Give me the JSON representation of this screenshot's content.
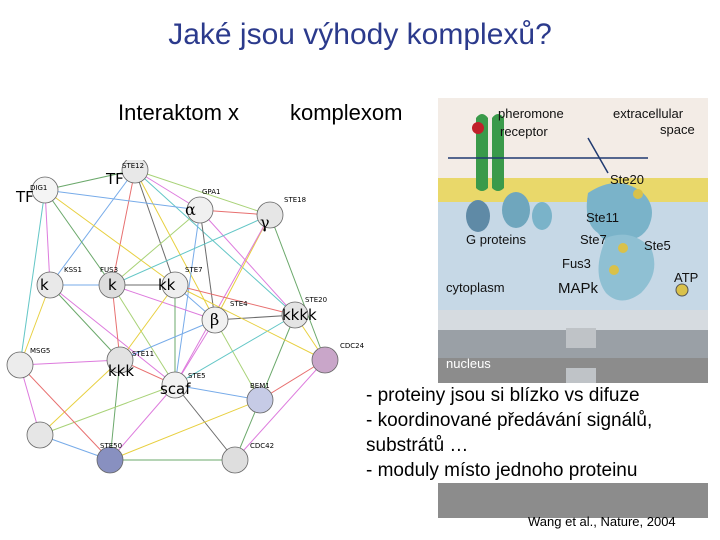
{
  "title": "Jaké jsou výhody komplexů?",
  "headings": {
    "left": "Interaktom  x",
    "right": "komplexom"
  },
  "network": {
    "protein_labels": [
      "STE12",
      "DIG1",
      "GPA1",
      "STE18",
      "KSS1",
      "FUS3",
      "STE7",
      "STE4",
      "STE20",
      "MSG5",
      "STE11",
      "STE5",
      "CDC24",
      "BEM1",
      "STE50",
      "CDC42"
    ],
    "role_labels": {
      "tf1": "TF",
      "tf2": "TF",
      "alpha": "α",
      "gamma": "γ",
      "k1": "k",
      "k2": "k",
      "kk": "kk",
      "beta": "β",
      "kkkk": "kkkk",
      "kkk": "kkk",
      "scaf": "scaf"
    }
  },
  "pathway": {
    "labels": [
      "pheromone",
      "receptor",
      "extracellular",
      "space",
      "Ste20",
      "Ste11",
      "Ste7",
      "Ste5",
      "G proteins",
      "Fus3",
      "cytoplasm",
      "ATP",
      "MAPk",
      "nucleus"
    ],
    "colors": {
      "membrane": "#e9d86a",
      "protein": "#7ab3c9",
      "cytoplasm": "#c6d8e6",
      "nucleus": "#8c8c8c"
    }
  },
  "benefits": [
    "- proteiny jsou si blízko vs difuze",
    "- koordinované předávání signálů, substrátů …",
    "- moduly místo jednoho proteinu"
  ],
  "citation": "Wang et al., Nature, 2004"
}
